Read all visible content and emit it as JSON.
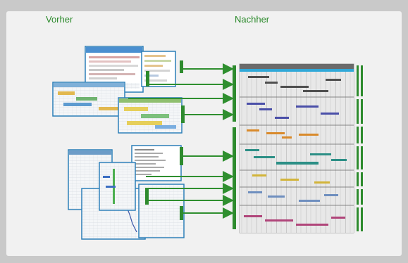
{
  "labels": {
    "before": "Vorher",
    "after": "Nachher"
  },
  "colors": {
    "accent": "#2e8b2e",
    "arrow": "#2f8f2f",
    "frame_border": "#2c7fb8",
    "background_outer": "#c9c9c9",
    "background_panel": "#f1f1f1"
  },
  "diagram": {
    "source_screens_group_1": 4,
    "source_screens_group_2": 5,
    "target_sections": 7,
    "arrows": 9
  }
}
